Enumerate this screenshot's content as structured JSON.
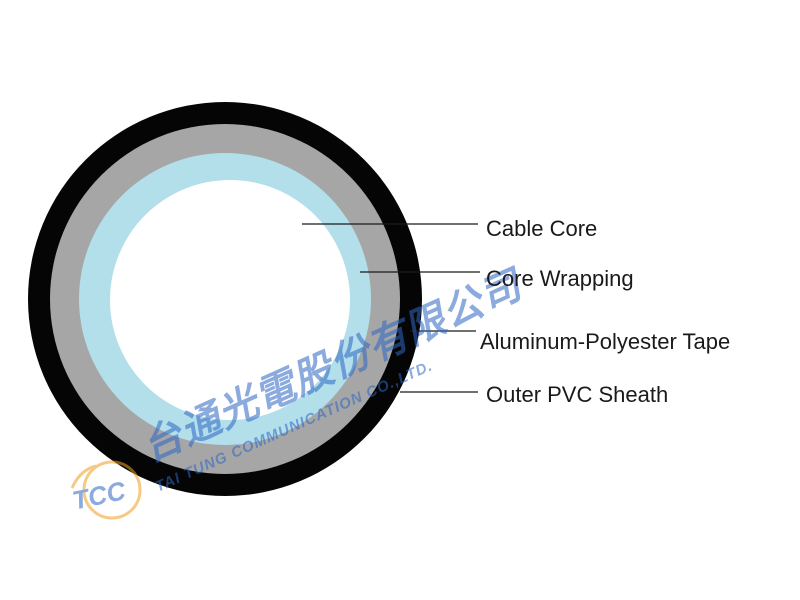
{
  "labels": {
    "cable_core": "Cable Core",
    "core_wrapping": "Core Wrapping",
    "aluminum_tape": "Aluminum-Polyester Tape",
    "outer_sheath": "Outer PVC Sheath"
  },
  "watermark": {
    "chinese": "台通光電股份有限公司",
    "english": "TAI TUNG COMMUNICATION CO.,LTD.",
    "logo": "TCC"
  },
  "colors": {
    "outer_sheath": "#050505",
    "aluminum_tape": "#a6a6a6",
    "core_wrapping": "#b3dfea",
    "cable_core": "#ffffff",
    "leader_line": "#1a1a1a",
    "watermark_blue": "#2e66c4",
    "watermark_orange": "#f0a020"
  }
}
